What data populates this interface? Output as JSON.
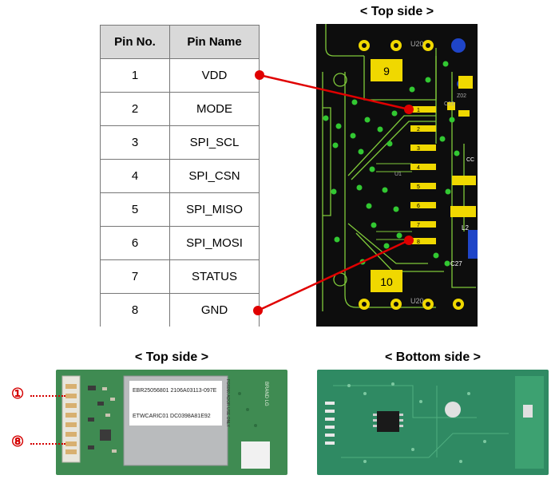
{
  "table": {
    "headers": {
      "pin_no": "Pin No.",
      "pin_name": "Pin Name"
    },
    "rows": [
      {
        "no": "1",
        "name": "VDD"
      },
      {
        "no": "2",
        "name": "MODE"
      },
      {
        "no": "3",
        "name": "SPI_SCL"
      },
      {
        "no": "4",
        "name": "SPI_CSN"
      },
      {
        "no": "5",
        "name": "SPI_MISO"
      },
      {
        "no": "6",
        "name": "SPI_MOSI"
      },
      {
        "no": "7",
        "name": "STATUS"
      },
      {
        "no": "8",
        "name": "GND"
      }
    ]
  },
  "layout_title": "< Top side >",
  "photo_top_title": "< Top side >",
  "photo_bottom_title": "< Bottom side >",
  "layout_labels": {
    "big_pad_9": "9",
    "big_pad_10": "10",
    "pad_numbers": [
      "1",
      "2",
      "3",
      "4",
      "5",
      "6",
      "7",
      "8"
    ],
    "misc": [
      "U20",
      "U20",
      "C27",
      "L2",
      "U1",
      "C23",
      "Z02",
      "CC"
    ]
  },
  "photo_labels": {
    "marker_1": "①",
    "marker_8": "⑧",
    "shield_line1": "EBR25056801  2106A03113-097E",
    "shield_line2": "ETWCARIC01      DC0398A81E92",
    "side_text": "BRAND LG",
    "shield_side": "FG6060 ADOR USE ONLY"
  },
  "colors": {
    "pointer": "#e00000",
    "pcb_bg": "#0d0d0d",
    "trace": "#7fc93a",
    "via": "#32c832",
    "pad": "#f0d800",
    "board_top": "#3f8b52",
    "board_bottom": "#2f8a63"
  }
}
